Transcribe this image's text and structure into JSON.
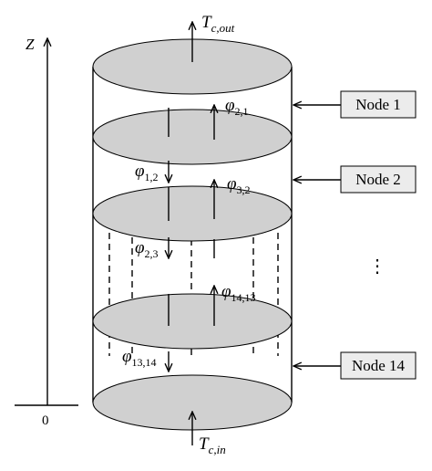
{
  "axis": {
    "label": "Z",
    "origin": "0"
  },
  "temps": {
    "out": {
      "symbol": "T",
      "sub": "c,out"
    },
    "in": {
      "symbol": "T",
      "sub": "c,in"
    }
  },
  "fluxes": [
    {
      "symbol": "φ",
      "sub": "2,1"
    },
    {
      "symbol": "φ",
      "sub": "1,2"
    },
    {
      "symbol": "φ",
      "sub": "3,2"
    },
    {
      "symbol": "φ",
      "sub": "2,3"
    },
    {
      "symbol": "φ",
      "sub": "14,13"
    },
    {
      "symbol": "φ",
      "sub": "13,14"
    }
  ],
  "nodes": [
    {
      "label": "Node 1"
    },
    {
      "label": "Node 2"
    },
    {
      "label": "Node 14"
    }
  ],
  "ellipsis": "⋮"
}
